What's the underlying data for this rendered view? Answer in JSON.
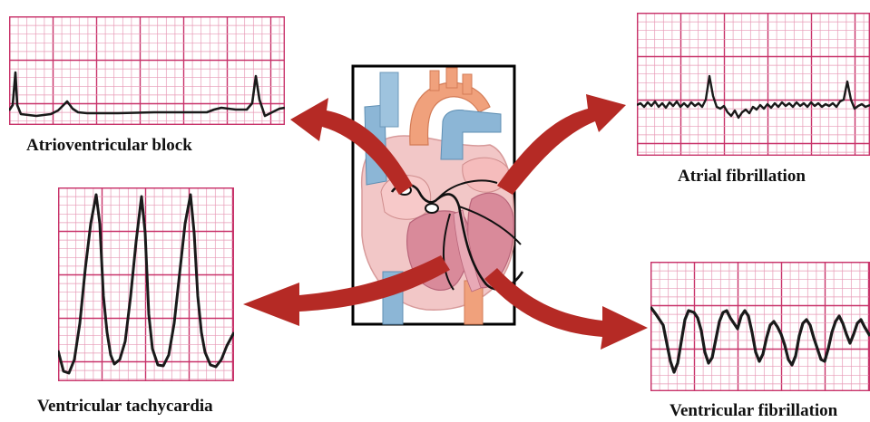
{
  "panels": {
    "av_block": {
      "label": "Atrioventricular block"
    },
    "atrial_fib": {
      "label": "Atrial fibrillation"
    },
    "vent_tachy": {
      "label": "Ventricular tachycardia"
    },
    "vent_fib": {
      "label": "Ventricular fibrillation"
    }
  },
  "colors": {
    "grid_major": "#c8336a",
    "grid_minor": "#e79ab6",
    "trace": "#1a1a1a",
    "arrow": "#b52a25",
    "heart_frame": "#000000"
  }
}
